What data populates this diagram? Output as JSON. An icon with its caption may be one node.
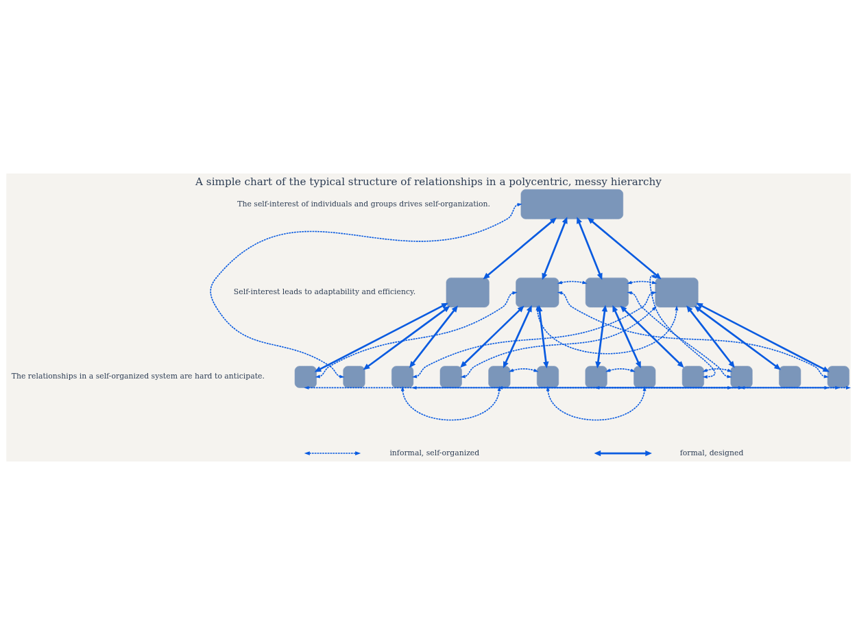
{
  "diagram": {
    "title": "A simple chart of the typical structure of relationships in a polycentric, messy hierarchy",
    "nodes": [
      {
        "text": [],
        "shape": "box"
      },
      {
        "text": [],
        "shape": "box"
      },
      {
        "text": [],
        "shape": "box"
      },
      {
        "text": [],
        "shape": "box"
      },
      {
        "text": [],
        "shape": "box"
      },
      {
        "text": [],
        "shape": "box"
      },
      {
        "text": [],
        "shape": "box"
      },
      {
        "text": [],
        "shape": "box"
      },
      {
        "text": [],
        "shape": "box"
      },
      {
        "text": [],
        "shape": "box"
      },
      {
        "text": [],
        "shape": "box"
      },
      {
        "text": [],
        "shape": "box"
      },
      {
        "text": [],
        "shape": "box"
      },
      {
        "text": [],
        "shape": "box"
      },
      {
        "text": [],
        "shape": "box"
      },
      {
        "text": [],
        "shape": "box"
      },
      {
        "text": [],
        "shape": "box"
      }
    ],
    "edges": [
      {
        "from": 0,
        "to": 1,
        "arrow": "both"
      },
      {
        "from": 0,
        "to": 2,
        "arrow": "both"
      },
      {
        "from": 0,
        "to": 3,
        "arrow": "both"
      },
      {
        "from": 0,
        "to": 4,
        "arrow": "both"
      },
      {
        "from": 1,
        "to": 5,
        "arrow": "both"
      },
      {
        "from": 1,
        "to": 6,
        "arrow": "both"
      },
      {
        "from": 1,
        "to": 7,
        "arrow": "both"
      },
      {
        "from": 2,
        "to": 8,
        "arrow": "both"
      },
      {
        "from": 2,
        "to": 9,
        "arrow": "both"
      },
      {
        "from": 2,
        "to": 10,
        "arrow": "both"
      },
      {
        "from": 3,
        "to": 11,
        "arrow": "both"
      },
      {
        "from": 3,
        "to": 12,
        "arrow": "both"
      },
      {
        "from": 3,
        "to": 13,
        "arrow": "both"
      },
      {
        "from": 4,
        "to": 14,
        "arrow": "both"
      },
      {
        "from": 4,
        "to": 15,
        "arrow": "both"
      },
      {
        "from": 4,
        "to": 16,
        "arrow": "both"
      },
      {
        "from": 6,
        "to": 0,
        "arrow": "both",
        "style": "dashed"
      },
      {
        "from": 2,
        "to": 3,
        "arrow": "both",
        "style": "dashed"
      },
      {
        "from": 3,
        "to": 4,
        "arrow": "both",
        "style": "dashed"
      },
      {
        "from": 2,
        "to": 4,
        "arrow": "both",
        "style": "dashed"
      },
      {
        "from": 2,
        "to": 5,
        "arrow": "both",
        "style": "dashed"
      },
      {
        "from": 2,
        "to": 16,
        "arrow": "both",
        "style": "dashed"
      },
      {
        "from": 4,
        "to": 7,
        "arrow": "both",
        "style": "dashed"
      },
      {
        "from": 4,
        "to": 8,
        "arrow": "both",
        "style": "dashed"
      },
      {
        "from": 10,
        "to": 12,
        "arrow": "both",
        "style": "dashed"
      },
      {
        "from": 3,
        "to": 14,
        "arrow": "both",
        "style": "dashed"
      },
      {
        "from": 4,
        "to": 13,
        "arrow": "both",
        "style": "dashed"
      },
      {
        "from": 13,
        "to": 14,
        "arrow": "both",
        "style": "dashed"
      },
      {
        "from": 9,
        "to": 10,
        "arrow": "both",
        "style": "dashed"
      },
      {
        "from": 11,
        "to": 12,
        "arrow": "both",
        "style": "dashed"
      },
      {
        "from": 7,
        "to": 9,
        "arrow": "both",
        "style": "dashed"
      },
      {
        "from": 7,
        "to": 14,
        "arrow": "both",
        "style": "dashed"
      },
      {
        "from": 9,
        "to": 14,
        "arrow": "both",
        "style": "dashed"
      },
      {
        "from": 5,
        "to": 16,
        "arrow": "both",
        "style": "dashed"
      },
      {
        "from": 11,
        "to": 16,
        "arrow": "both",
        "style": "dashed"
      },
      {
        "from": 14,
        "to": 16,
        "arrow": "both",
        "style": "dashed"
      }
    ],
    "labels": [
      "The self-interest of individuals and groups drives self-organization.",
      "Self-interest leads to adaptability and efficiency.",
      "The relationships in a self-organized system are hard to anticipate."
    ],
    "legend": [
      {
        "text": "informal, self-organized"
      },
      {
        "text": "formal, designed"
      }
    ]
  }
}
